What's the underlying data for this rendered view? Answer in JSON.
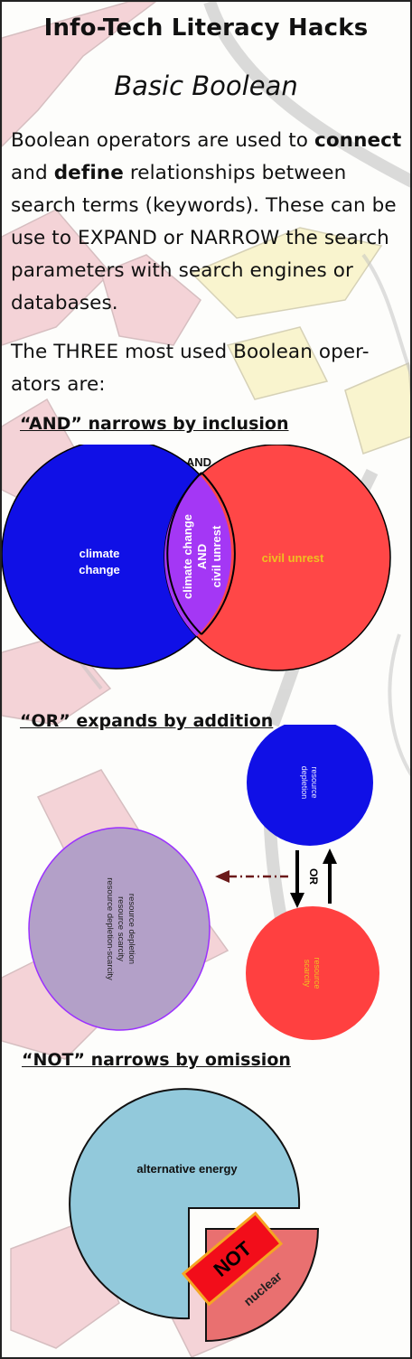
{
  "title": "Info-Tech Literacy Hacks",
  "subtitle": "Basic Boolean",
  "intro": {
    "t1": "Boolean operators are used to",
    "w_connect": "connect",
    "t2": "and",
    "w_define": "define",
    "t3": "relationships between search terms (keywords). These can be use to EXPAND or NARROW the search parameters with search engines or databases."
  },
  "three_intro": "The THREE most used Boolean oper-ators are:",
  "and_section": {
    "heading": "“AND” narrows by inclusion",
    "operator_label": "AND",
    "left_term": [
      "climate",
      "change"
    ],
    "right_term": "civil unrest",
    "overlap": [
      "climate change",
      "AND",
      "civil unrest"
    ]
  },
  "or_section": {
    "heading": "“OR” expands by addition",
    "top_term": [
      "resource",
      "depletion"
    ],
    "bottom_term": [
      "resource",
      "scarcity"
    ],
    "operator_label": "OR",
    "result": [
      "resource depletion",
      "resource scarcity",
      "resource depletion-scarcity"
    ]
  },
  "not_section": {
    "heading": "“NOT” narrows by omission",
    "main_term": "alternative energy",
    "excluded_term": "nuclear",
    "operator_label": "NOT"
  },
  "colors": {
    "blue": "#1010e6",
    "red": "#ff4747",
    "purple": "#a437f5",
    "lavender": "#b3a0c8",
    "light_blue": "#92c9db",
    "salmon": "#e97070",
    "not_tag": "#f20d1a",
    "amber_text": "#f0c020",
    "arrow_dark": "#6b1a1a"
  }
}
